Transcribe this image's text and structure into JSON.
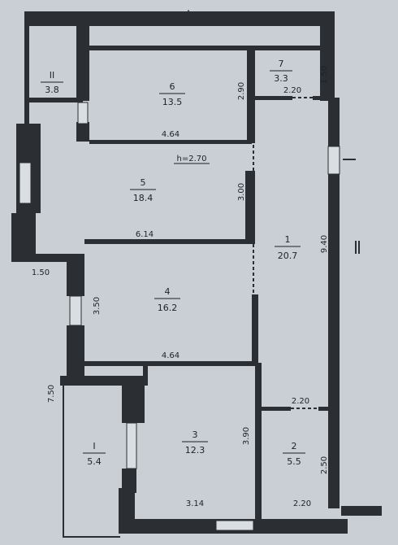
{
  "height_note": "h=2.70",
  "rooms": [
    {
      "id": "II",
      "area": "3.8"
    },
    {
      "id": "6",
      "area": "13.5"
    },
    {
      "id": "7",
      "area": "3.3"
    },
    {
      "id": "5",
      "area": "18.4"
    },
    {
      "id": "1",
      "area": "20.7"
    },
    {
      "id": "4",
      "area": "16.2"
    },
    {
      "id": "3",
      "area": "12.3"
    },
    {
      "id": "I",
      "area": "5.4"
    },
    {
      "id": "2",
      "area": "5.5"
    }
  ],
  "dimensions": [
    "4.64",
    "6.14",
    "1.50",
    "3.50",
    "4.64",
    "7.50",
    "3.14",
    "2.90",
    "1.50",
    "2.20",
    "3.00",
    "9.40",
    "2.20",
    "3.90",
    "2.50",
    "2.20"
  ]
}
